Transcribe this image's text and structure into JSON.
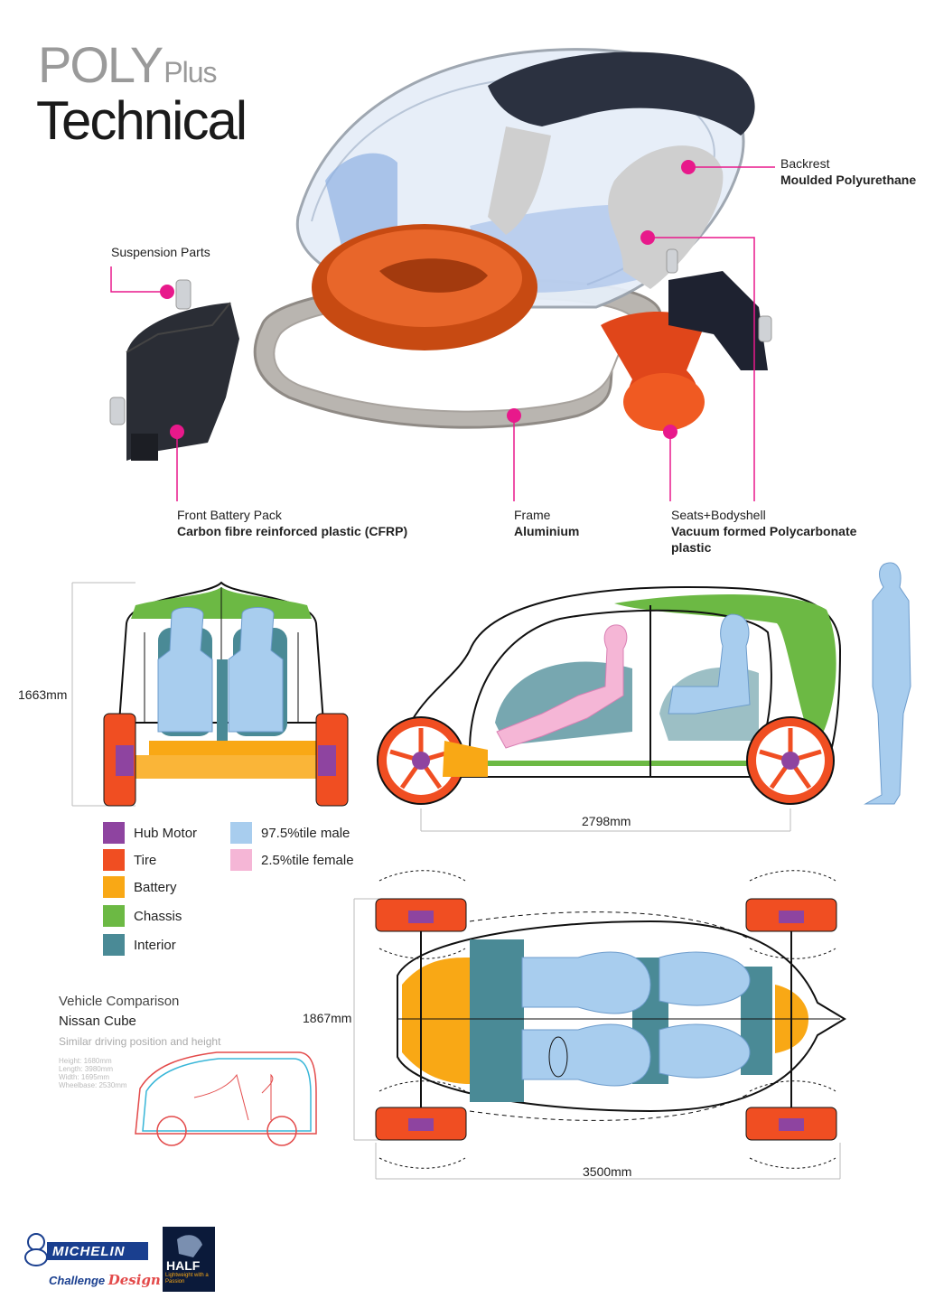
{
  "header": {
    "title_poly": "POLY",
    "title_plus": "Plus",
    "title_sub": "Technical"
  },
  "parts": [
    {
      "name": "Backrest",
      "material": "Moulded Polyurethane"
    },
    {
      "name": "Suspension Parts",
      "material": ""
    },
    {
      "name": "Front Battery Pack",
      "material": "Carbon fibre reinforced plastic (CFRP)"
    },
    {
      "name": "Frame",
      "material": "Aluminium"
    },
    {
      "name": "Seats+Bodyshell",
      "material": "Vacuum formed Polycarbonate plastic"
    }
  ],
  "dimensions": {
    "height": "1663mm",
    "wheelbase": "2798mm",
    "width": "1867mm",
    "length": "3500mm"
  },
  "legend": [
    {
      "label": "Hub Motor",
      "color": "#8e44a0"
    },
    {
      "label": "Tire",
      "color": "#f04e22"
    },
    {
      "label": "Battery",
      "color": "#f9a815"
    },
    {
      "label": "Chassis",
      "color": "#6cb944"
    },
    {
      "label": "Interior",
      "color": "#4a8a96"
    },
    {
      "label": "97.5%tile male",
      "color": "#a8cdee"
    },
    {
      "label": "2.5%tile female",
      "color": "#f5b6d6"
    }
  ],
  "comparison": {
    "title": "Vehicle Comparison",
    "name": "Nissan Cube",
    "subtitle": "Similar driving position and height",
    "specs": [
      "Height: 1680mm",
      "Length: 3980mm",
      "Width: 1695mm",
      "Wheelbase: 2530mm"
    ]
  },
  "logos": {
    "michelin": "MICHELIN",
    "challenge": "Challenge",
    "design": "Design",
    "half": "HALF",
    "half_tag": "Lightweight with a Passion"
  },
  "colors": {
    "accent": "#e8198b"
  }
}
